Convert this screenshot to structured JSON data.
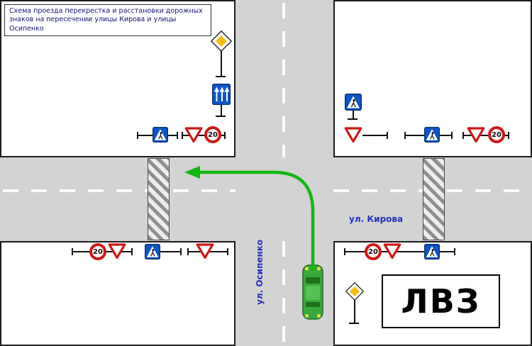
{
  "title": "Схема проезда перекрестка и расстановки дорожных знаков на пересечении улицы Кирова и улицы Осипенко",
  "streets": {
    "horizontal": "ул. Кирова",
    "vertical": "ул. Осипенко"
  },
  "building": {
    "label": "ЛВЗ"
  },
  "signs": {
    "speed_limit": "20",
    "types": [
      "priority-road-sign",
      "lane-directions-sign",
      "give-way-sign",
      "speed-limit-20-sign",
      "pedestrian-crossing-sign"
    ]
  },
  "colors": {
    "road_gray": "#d3d3d3",
    "sign_red": "#d01616",
    "sign_blue": "#0e56c8",
    "priority_yellow": "#f2c012",
    "route_arrow_green": "#0fb80f",
    "car_green": "#3aa83a",
    "street_label_blue": "#2233bb",
    "title_text": "#14146e"
  }
}
